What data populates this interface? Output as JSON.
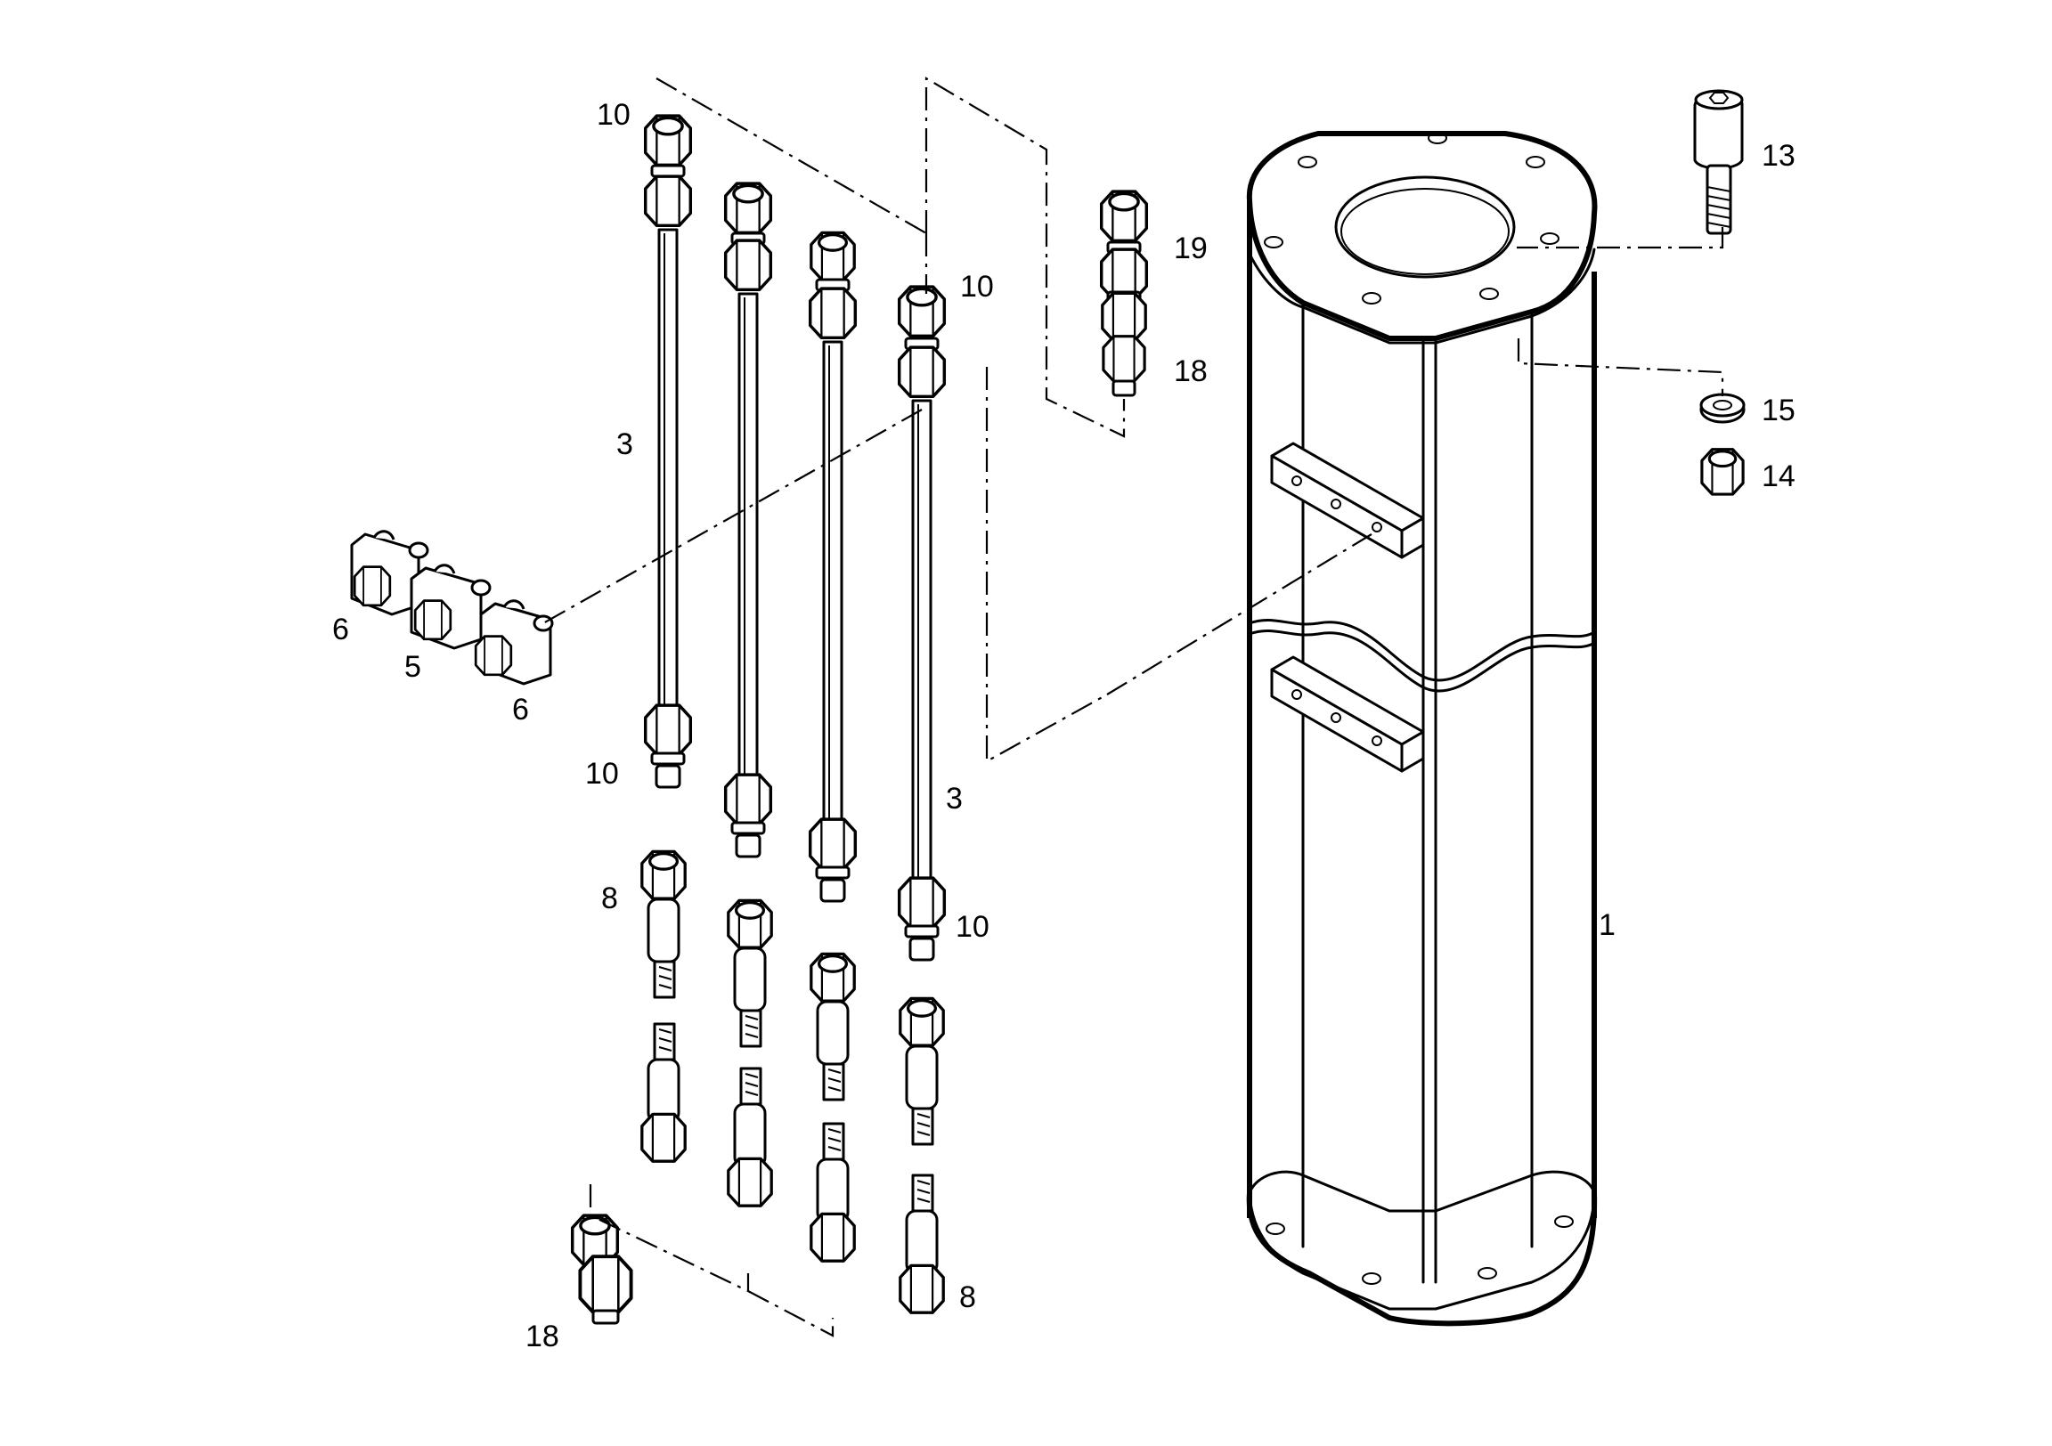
{
  "labels": {
    "l10_top": "10",
    "l10_mid": "10",
    "l10_low_left": "10",
    "l10_low_right": "10",
    "l3_left": "3",
    "l3_right": "3",
    "l6_left": "6",
    "l6_right": "6",
    "l5": "5",
    "l8_left": "8",
    "l8_right": "8",
    "l18_top": "18",
    "l18_bottom": "18",
    "l19": "19",
    "l13": "13",
    "l15": "15",
    "l14": "14",
    "l1": "1"
  }
}
